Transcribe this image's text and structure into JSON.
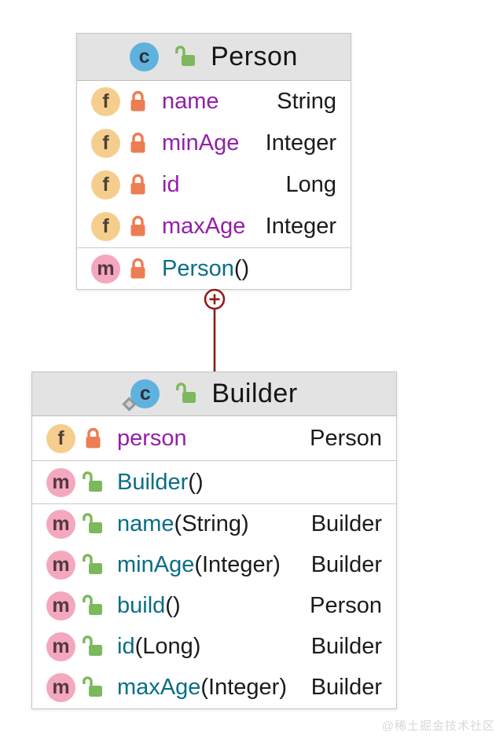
{
  "diagram": {
    "edge": {
      "type": "inner-class",
      "anchor_symbol": "plus-in-circle",
      "color": "#921b16"
    },
    "colors": {
      "class_icon_bg": "#5fb2de",
      "field_icon_bg": "#f5ce8e",
      "method_icon_bg": "#f3a8be",
      "lock_private": "#ed7d52",
      "lock_public": "#7cb85c",
      "field_name": "#941fa8",
      "method_name": "#086e86",
      "header_bg": "#e4e3e3"
    },
    "classes": [
      {
        "name": "Person",
        "kind_letter": "c",
        "visibility": "public",
        "static": false,
        "fields": [
          {
            "icon_letter": "f",
            "name": "name",
            "type": "String",
            "visibility": "private"
          },
          {
            "icon_letter": "f",
            "name": "minAge",
            "type": "Integer",
            "visibility": "private"
          },
          {
            "icon_letter": "f",
            "name": "id",
            "type": "Long",
            "visibility": "private"
          },
          {
            "icon_letter": "f",
            "name": "maxAge",
            "type": "Integer",
            "visibility": "private"
          }
        ],
        "methods": [
          {
            "icon_letter": "m",
            "name": "Person",
            "params": "()",
            "type": "",
            "visibility": "private"
          }
        ]
      },
      {
        "name": "Builder",
        "kind_letter": "c",
        "visibility": "public",
        "static": true,
        "fields": [
          {
            "icon_letter": "f",
            "name": "person",
            "type": "Person",
            "visibility": "private"
          }
        ],
        "constructors": [
          {
            "icon_letter": "m",
            "name": "Builder",
            "params": "()",
            "type": "",
            "visibility": "public"
          }
        ],
        "methods": [
          {
            "icon_letter": "m",
            "name": "name",
            "params": "(String)",
            "type": "Builder",
            "visibility": "public"
          },
          {
            "icon_letter": "m",
            "name": "minAge",
            "params": "(Integer)",
            "type": "Builder",
            "visibility": "public"
          },
          {
            "icon_letter": "m",
            "name": "build",
            "params": "()",
            "type": "Person",
            "visibility": "public"
          },
          {
            "icon_letter": "m",
            "name": "id",
            "params": "(Long)",
            "type": "Builder",
            "visibility": "public"
          },
          {
            "icon_letter": "m",
            "name": "maxAge",
            "params": "(Integer)",
            "type": "Builder",
            "visibility": "public"
          }
        ]
      }
    ]
  },
  "watermark": "@稀土掘金技术社区"
}
